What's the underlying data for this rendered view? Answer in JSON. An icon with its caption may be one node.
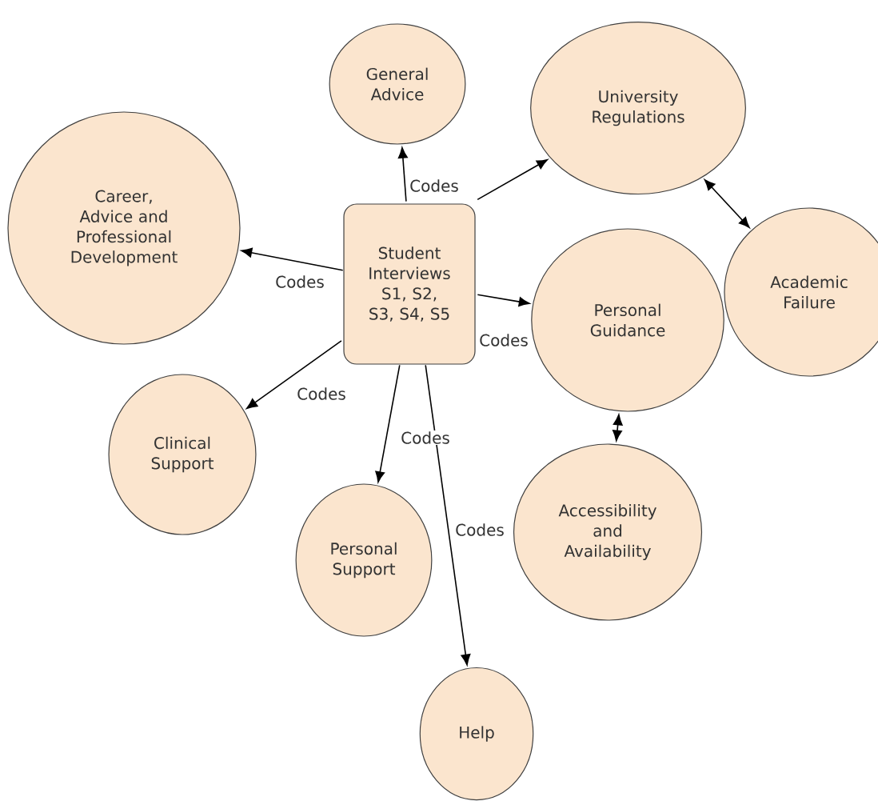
{
  "diagram": {
    "nodes": [
      {
        "text": [
          "Student Interviews S1, S2, S3, S4, S5"
        ]
      },
      {
        "text": [
          "General Advice"
        ]
      },
      {
        "text": [
          "University Regulations"
        ]
      },
      {
        "text": [
          "Career, Advice and Professional Development"
        ]
      },
      {
        "text": [
          "Personal Guidance"
        ]
      },
      {
        "text": [
          "Academic Failure"
        ]
      },
      {
        "text": [
          "Clinical Support"
        ]
      },
      {
        "text": [
          "Personal Support"
        ]
      },
      {
        "text": [
          "Accessibility and Availability"
        ]
      },
      {
        "text": [
          "Help"
        ]
      }
    ],
    "edges": [
      {
        "from": 0,
        "to": 1,
        "arrow": "to",
        "label": "Codes"
      },
      {
        "from": 0,
        "to": 2,
        "arrow": "to"
      },
      {
        "from": 2,
        "to": 5,
        "arrow": "both"
      },
      {
        "from": 0,
        "to": 3,
        "arrow": "to",
        "label": "Codes"
      },
      {
        "from": 0,
        "to": 4,
        "arrow": "to",
        "label": "Codes"
      },
      {
        "from": 4,
        "to": 8,
        "arrow": "both"
      },
      {
        "from": 0,
        "to": 6,
        "arrow": "to",
        "label": "Codes"
      },
      {
        "from": 0,
        "to": 7,
        "arrow": "to",
        "label": "Codes"
      },
      {
        "from": 0,
        "to": 9,
        "arrow": "to",
        "label": "Codes"
      }
    ]
  }
}
